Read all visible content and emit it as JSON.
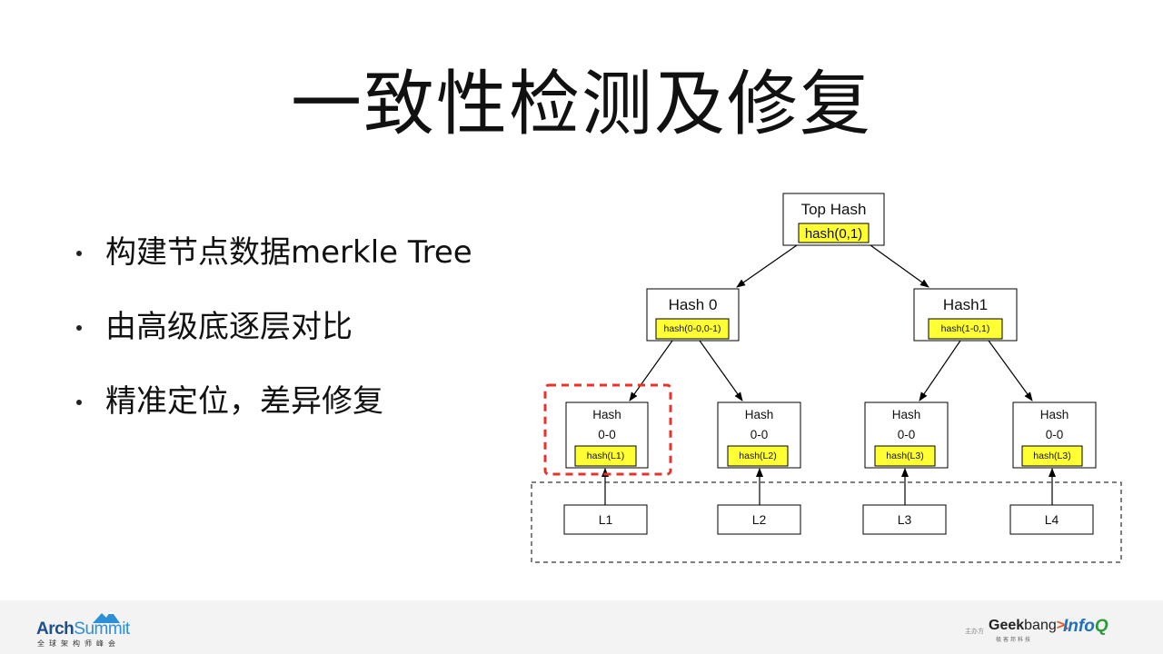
{
  "slide": {
    "title": "一致性检测及修复",
    "bullets": [
      "构建节点数据merkle Tree",
      "由高级底逐层对比",
      "精准定位，差异修复"
    ]
  },
  "diagram": {
    "top": {
      "title": "Top Hash",
      "hash": "hash(0,1)"
    },
    "level1": [
      {
        "title": "Hash 0",
        "hash": "hash(0-0,0-1)"
      },
      {
        "title": "Hash1",
        "hash": "hash(1-0,1)"
      }
    ],
    "level2": [
      {
        "line1": "Hash",
        "line2": "0-0",
        "hash": "hash(L1)"
      },
      {
        "line1": "Hash",
        "line2": "0-0",
        "hash": "hash(L2)"
      },
      {
        "line1": "Hash",
        "line2": "0-0",
        "hash": "hash(L3)"
      },
      {
        "line1": "Hash",
        "line2": "0-0",
        "hash": "hash(L3)"
      }
    ],
    "leaves": [
      "L1",
      "L2",
      "L3",
      "L4"
    ],
    "colors": {
      "hash_fill": "#ffff33",
      "highlight": "#e8332a",
      "stroke": "#000000"
    }
  },
  "footer": {
    "logo_arch": "Arch",
    "logo_summit": "Summit",
    "logo_sub": "全球架构师峰会",
    "sponsor_label": "主办方",
    "geek": "Geek",
    "bang": "bang",
    "arrow": ">.",
    "geek_sub": "极客邦科技",
    "infoq": "Info",
    "infoq_q": "Q"
  }
}
